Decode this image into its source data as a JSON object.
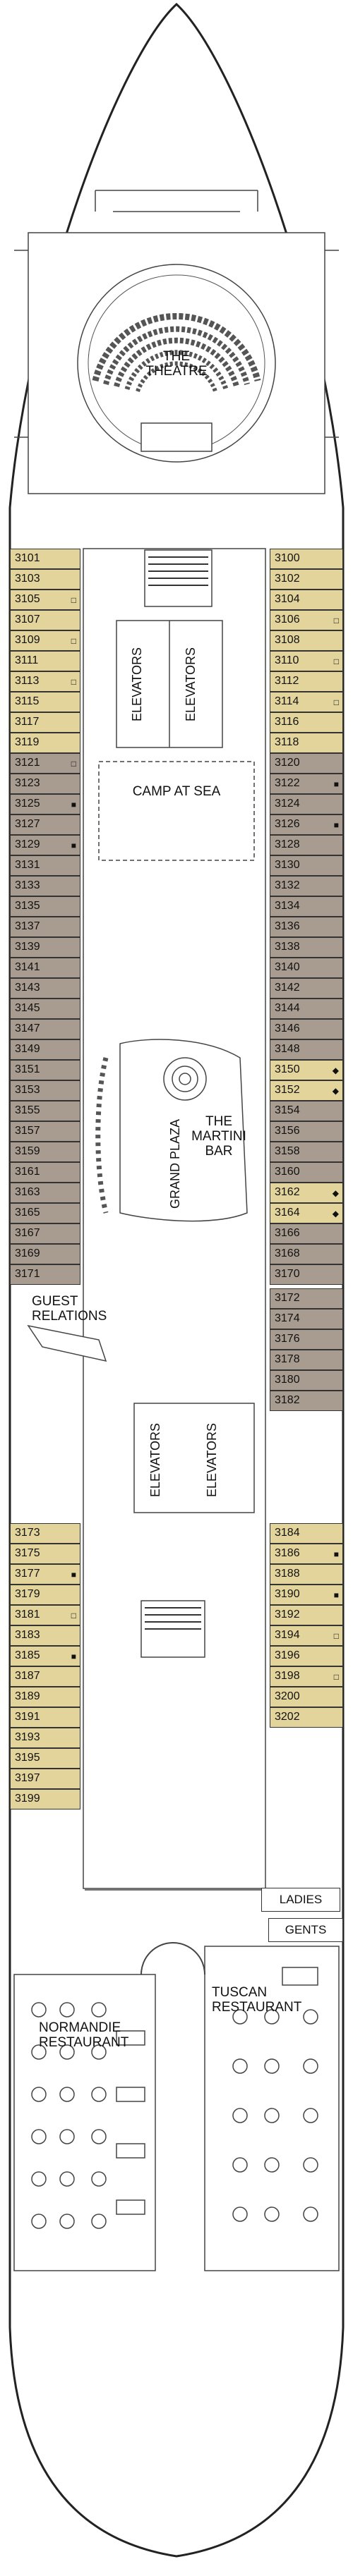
{
  "colors": {
    "suite_tan": "#e3d49b",
    "stateroom_taupe": "#a89c90",
    "outline": "#333333",
    "background": "#ffffff"
  },
  "venues": {
    "theatre": "THE\nTHEATRE",
    "camp_at_sea": "CAMP AT SEA",
    "elevators": "ELEVATORS",
    "grand_plaza": "GRAND PLAZA",
    "martini_bar": "THE\nMARTINI\nBAR",
    "guest_relations": "GUEST\nRELATIONS",
    "ladies": "LADIES",
    "gents": "GENTS",
    "tuscan": "TUSCAN\nRESTAURANT",
    "normandie": "NORMANDIE\nRESTAURANT"
  },
  "legend_symbols": {
    "connecting": "□",
    "accessible": "■",
    "bed_config": "◆"
  },
  "port_cabins": [
    {
      "n": "3101",
      "k": "tan",
      "t": ""
    },
    {
      "n": "3103",
      "k": "tan",
      "t": ""
    },
    {
      "n": "3105",
      "k": "tan",
      "t": "□"
    },
    {
      "n": "3107",
      "k": "tan",
      "t": ""
    },
    {
      "n": "3109",
      "k": "tan",
      "t": "□"
    },
    {
      "n": "3111",
      "k": "tan",
      "t": ""
    },
    {
      "n": "3113",
      "k": "tan",
      "t": "□"
    },
    {
      "n": "3115",
      "k": "tan",
      "t": ""
    },
    {
      "n": "3117",
      "k": "tan",
      "t": ""
    },
    {
      "n": "3119",
      "k": "tan",
      "t": ""
    },
    {
      "n": "3121",
      "k": "taupe",
      "t": "□"
    },
    {
      "n": "3123",
      "k": "taupe",
      "t": ""
    },
    {
      "n": "3125",
      "k": "taupe",
      "t": "■"
    },
    {
      "n": "3127",
      "k": "taupe",
      "t": ""
    },
    {
      "n": "3129",
      "k": "taupe",
      "t": "■"
    },
    {
      "n": "3131",
      "k": "taupe",
      "t": ""
    },
    {
      "n": "3133",
      "k": "taupe",
      "t": ""
    },
    {
      "n": "3135",
      "k": "taupe",
      "t": ""
    },
    {
      "n": "3137",
      "k": "taupe",
      "t": ""
    },
    {
      "n": "3139",
      "k": "taupe",
      "t": ""
    },
    {
      "n": "3141",
      "k": "taupe",
      "t": ""
    },
    {
      "n": "3143",
      "k": "taupe",
      "t": ""
    },
    {
      "n": "3145",
      "k": "taupe",
      "t": ""
    },
    {
      "n": "3147",
      "k": "taupe",
      "t": ""
    },
    {
      "n": "3149",
      "k": "taupe",
      "t": ""
    },
    {
      "n": "3151",
      "k": "taupe",
      "t": ""
    },
    {
      "n": "3153",
      "k": "taupe",
      "t": ""
    },
    {
      "n": "3155",
      "k": "taupe",
      "t": ""
    },
    {
      "n": "3157",
      "k": "taupe",
      "t": ""
    },
    {
      "n": "3159",
      "k": "taupe",
      "t": ""
    },
    {
      "n": "3161",
      "k": "taupe",
      "t": ""
    },
    {
      "n": "3163",
      "k": "taupe",
      "t": ""
    },
    {
      "n": "3165",
      "k": "taupe",
      "t": ""
    },
    {
      "n": "3167",
      "k": "taupe",
      "t": ""
    },
    {
      "n": "3169",
      "k": "taupe",
      "t": ""
    },
    {
      "n": "3171",
      "k": "taupe",
      "t": ""
    }
  ],
  "starboard_cabins": [
    {
      "n": "3100",
      "k": "tan",
      "t": ""
    },
    {
      "n": "3102",
      "k": "tan",
      "t": ""
    },
    {
      "n": "3104",
      "k": "tan",
      "t": ""
    },
    {
      "n": "3106",
      "k": "tan",
      "t": "□"
    },
    {
      "n": "3108",
      "k": "tan",
      "t": ""
    },
    {
      "n": "3110",
      "k": "tan",
      "t": "□"
    },
    {
      "n": "3112",
      "k": "tan",
      "t": ""
    },
    {
      "n": "3114",
      "k": "tan",
      "t": "□"
    },
    {
      "n": "3116",
      "k": "tan",
      "t": ""
    },
    {
      "n": "3118",
      "k": "tan",
      "t": ""
    },
    {
      "n": "3120",
      "k": "taupe",
      "t": ""
    },
    {
      "n": "3122",
      "k": "taupe",
      "t": "■"
    },
    {
      "n": "3124",
      "k": "taupe",
      "t": ""
    },
    {
      "n": "3126",
      "k": "taupe",
      "t": "■"
    },
    {
      "n": "3128",
      "k": "taupe",
      "t": ""
    },
    {
      "n": "3130",
      "k": "taupe",
      "t": ""
    },
    {
      "n": "3132",
      "k": "taupe",
      "t": ""
    },
    {
      "n": "3134",
      "k": "taupe",
      "t": ""
    },
    {
      "n": "3136",
      "k": "taupe",
      "t": ""
    },
    {
      "n": "3138",
      "k": "taupe",
      "t": ""
    },
    {
      "n": "3140",
      "k": "taupe",
      "t": ""
    },
    {
      "n": "3142",
      "k": "taupe",
      "t": ""
    },
    {
      "n": "3144",
      "k": "taupe",
      "t": ""
    },
    {
      "n": "3146",
      "k": "taupe",
      "t": ""
    },
    {
      "n": "3148",
      "k": "taupe",
      "t": ""
    },
    {
      "n": "3150",
      "k": "tan",
      "t": "◆"
    },
    {
      "n": "3152",
      "k": "tan",
      "t": "◆"
    },
    {
      "n": "3154",
      "k": "taupe",
      "t": ""
    },
    {
      "n": "3156",
      "k": "taupe",
      "t": ""
    },
    {
      "n": "3158",
      "k": "taupe",
      "t": ""
    },
    {
      "n": "3160",
      "k": "taupe",
      "t": ""
    },
    {
      "n": "3162",
      "k": "tan",
      "t": "◆"
    },
    {
      "n": "3164",
      "k": "tan",
      "t": "◆"
    },
    {
      "n": "3166",
      "k": "taupe",
      "t": ""
    },
    {
      "n": "3168",
      "k": "taupe",
      "t": ""
    },
    {
      "n": "3170",
      "k": "taupe",
      "t": ""
    }
  ],
  "starboard_mid_cabins": [
    {
      "n": "3172",
      "k": "taupe",
      "t": ""
    },
    {
      "n": "3174",
      "k": "taupe",
      "t": ""
    },
    {
      "n": "3176",
      "k": "taupe",
      "t": ""
    },
    {
      "n": "3178",
      "k": "taupe",
      "t": ""
    },
    {
      "n": "3180",
      "k": "taupe",
      "t": ""
    },
    {
      "n": "3182",
      "k": "taupe",
      "t": ""
    }
  ],
  "port_aft_cabins": [
    {
      "n": "3173",
      "k": "tan",
      "t": ""
    },
    {
      "n": "3175",
      "k": "tan",
      "t": ""
    },
    {
      "n": "3177",
      "k": "tan",
      "t": "■"
    },
    {
      "n": "3179",
      "k": "tan",
      "t": ""
    },
    {
      "n": "3181",
      "k": "tan",
      "t": "□"
    },
    {
      "n": "3183",
      "k": "tan",
      "t": ""
    },
    {
      "n": "3185",
      "k": "tan",
      "t": "■"
    },
    {
      "n": "3187",
      "k": "tan",
      "t": ""
    },
    {
      "n": "3189",
      "k": "tan",
      "t": ""
    },
    {
      "n": "3191",
      "k": "tan",
      "t": ""
    },
    {
      "n": "3193",
      "k": "tan",
      "t": ""
    },
    {
      "n": "3195",
      "k": "tan",
      "t": ""
    },
    {
      "n": "3197",
      "k": "tan",
      "t": ""
    },
    {
      "n": "3199",
      "k": "tan",
      "t": ""
    }
  ],
  "starboard_aft_cabins": [
    {
      "n": "3184",
      "k": "tan",
      "t": ""
    },
    {
      "n": "3186",
      "k": "tan",
      "t": "■"
    },
    {
      "n": "3188",
      "k": "tan",
      "t": ""
    },
    {
      "n": "3190",
      "k": "tan",
      "t": "■"
    },
    {
      "n": "3192",
      "k": "tan",
      "t": ""
    },
    {
      "n": "3194",
      "k": "tan",
      "t": "□"
    },
    {
      "n": "3196",
      "k": "tan",
      "t": ""
    },
    {
      "n": "3198",
      "k": "tan",
      "t": "□"
    },
    {
      "n": "3200",
      "k": "tan",
      "t": ""
    },
    {
      "n": "3202",
      "k": "tan",
      "t": ""
    }
  ]
}
